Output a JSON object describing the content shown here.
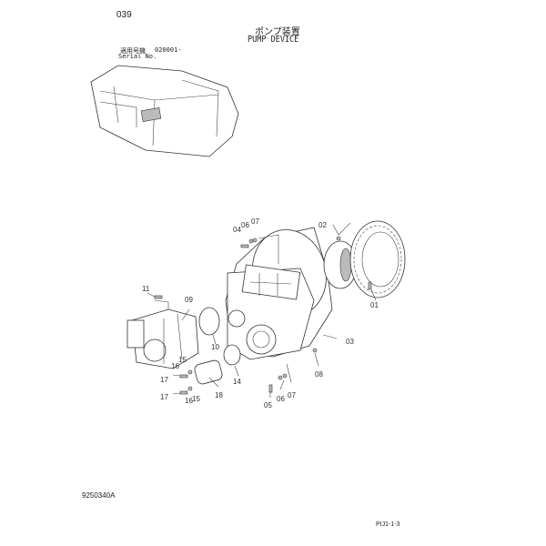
{
  "header": {
    "page_number": "039",
    "title_jp": "ポンプ装置",
    "title_en": "PUMP DEVICE",
    "serial_label_jp": "適用号機",
    "serial_value": "020001-",
    "serial_label_en": "Serial No."
  },
  "diagram": {
    "part_labels": [
      "01",
      "02",
      "03",
      "04",
      "05",
      "06",
      "06",
      "07",
      "07",
      "08",
      "09",
      "10",
      "11",
      "14",
      "15",
      "15",
      "16",
      "16",
      "17",
      "17",
      "18"
    ]
  },
  "footer": {
    "figure_number": "9250340A",
    "page_code": "PIJ1-1-3"
  }
}
